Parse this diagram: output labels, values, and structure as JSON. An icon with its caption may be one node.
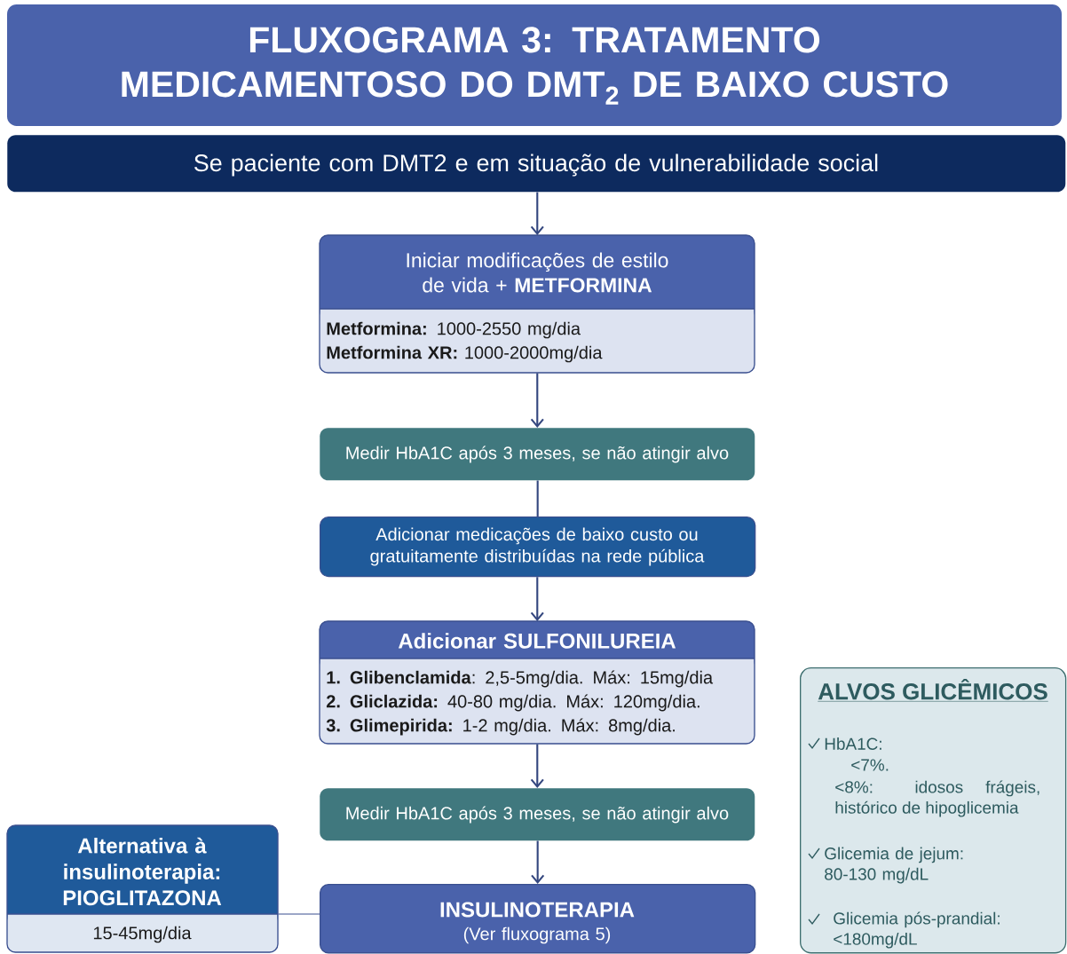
{
  "diagram": {
    "title": "FLUXOGRAMA 3: TRATAMENTO MEDICAMENTOSO DO DMT$_{2}$ DE BAIXO CUSTO",
    "nodes": [
      {
        "text": [
          "Se paciente com DMT2 e em situação de vulnerabilidade social"
        ]
      },
      {
        "text": [
          "Iniciar modificações de estilo de vida + **METFORMINA**",
          "**Metformina:** 1000-2550 mg/dia",
          "**Metformina XR:** 1000-2000mg/dia"
        ]
      },
      {
        "text": [
          "Medir HbA1C após 3 meses, se não atingir alvo"
        ]
      },
      {
        "text": [
          "Adicionar medicações de baixo custo ou gratuitamente distribuídas na rede pública"
        ]
      },
      {
        "text": [
          "Adicionar SULFONILUREIA",
          "**1. Glibenclamida**: 2,5-5mg/dia. Máx: 15mg/dia",
          "**2. Gliclazida:** 40-80 mg/dia. Máx: 120mg/dia.",
          "**3. Glimepirida:** 1-2 mg/dia. Máx: 8mg/dia."
        ]
      },
      {
        "text": [
          "Medir HbA1C após 3 meses, se não atingir alvo"
        ]
      },
      {
        "text": [
          "Alternativa à insulinoterapia: PIOGLITAZONA",
          "15-45mg/dia"
        ]
      },
      {
        "text": [
          "INSULINOTERAPIA",
          "(Ver fluxograma 5)"
        ]
      },
      {
        "text": [
          "ALVOS GLICÊMICOS",
          "HbA1C:",
          "<7%.",
          "<8%: idosos frágeis, histórico de hipoglicemia",
          "Glicemia de jejum: 80-130 mg/dL",
          "Glicemia pós-prandial: <180mg/dL"
        ]
      }
    ],
    "edges": [
      {
        "from": 0,
        "to": 1,
        "arrow": "to"
      },
      {
        "from": 1,
        "to": 2,
        "arrow": "to"
      },
      {
        "from": 2,
        "to": 3,
        "arrow": "none"
      },
      {
        "from": 3,
        "to": 4,
        "arrow": "to"
      },
      {
        "from": 4,
        "to": 5,
        "arrow": "to"
      },
      {
        "from": 5,
        "to": 7,
        "arrow": "to"
      },
      {
        "from": 6,
        "to": 7,
        "arrow": "none"
      }
    ]
  }
}
